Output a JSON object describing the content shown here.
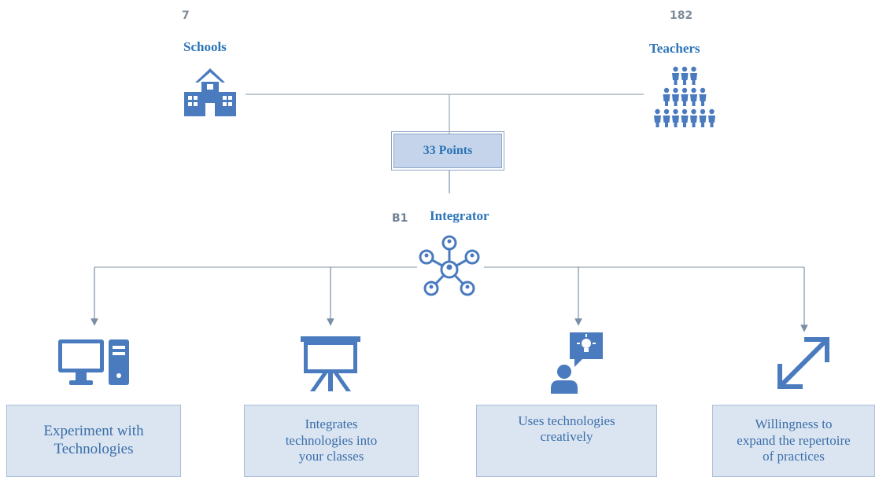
{
  "top": {
    "schools": {
      "count": "7",
      "label": "Schools"
    },
    "teachers": {
      "count": "182",
      "label": "Teachers"
    },
    "points": "33 Points"
  },
  "level": {
    "code": "B1",
    "label": "Integrator"
  },
  "competencies": [
    {
      "label": "Experiment with\nTechnologies",
      "icon": "desktop-computer-icon"
    },
    {
      "label": "Integrates\ntechnologies into\nyour classes",
      "icon": "presentation-board-icon"
    },
    {
      "label": "Uses technologies\ncreatively",
      "icon": "person-idea-icon"
    },
    {
      "label": "Willingness to\nexpand the repertoire\nof practices",
      "icon": "expand-arrow-icon"
    }
  ],
  "colors": {
    "icon": "#4a7bbf",
    "line": "#7a8ea6",
    "card_bg": "#dbe5f2",
    "label": "#2b74b8"
  }
}
